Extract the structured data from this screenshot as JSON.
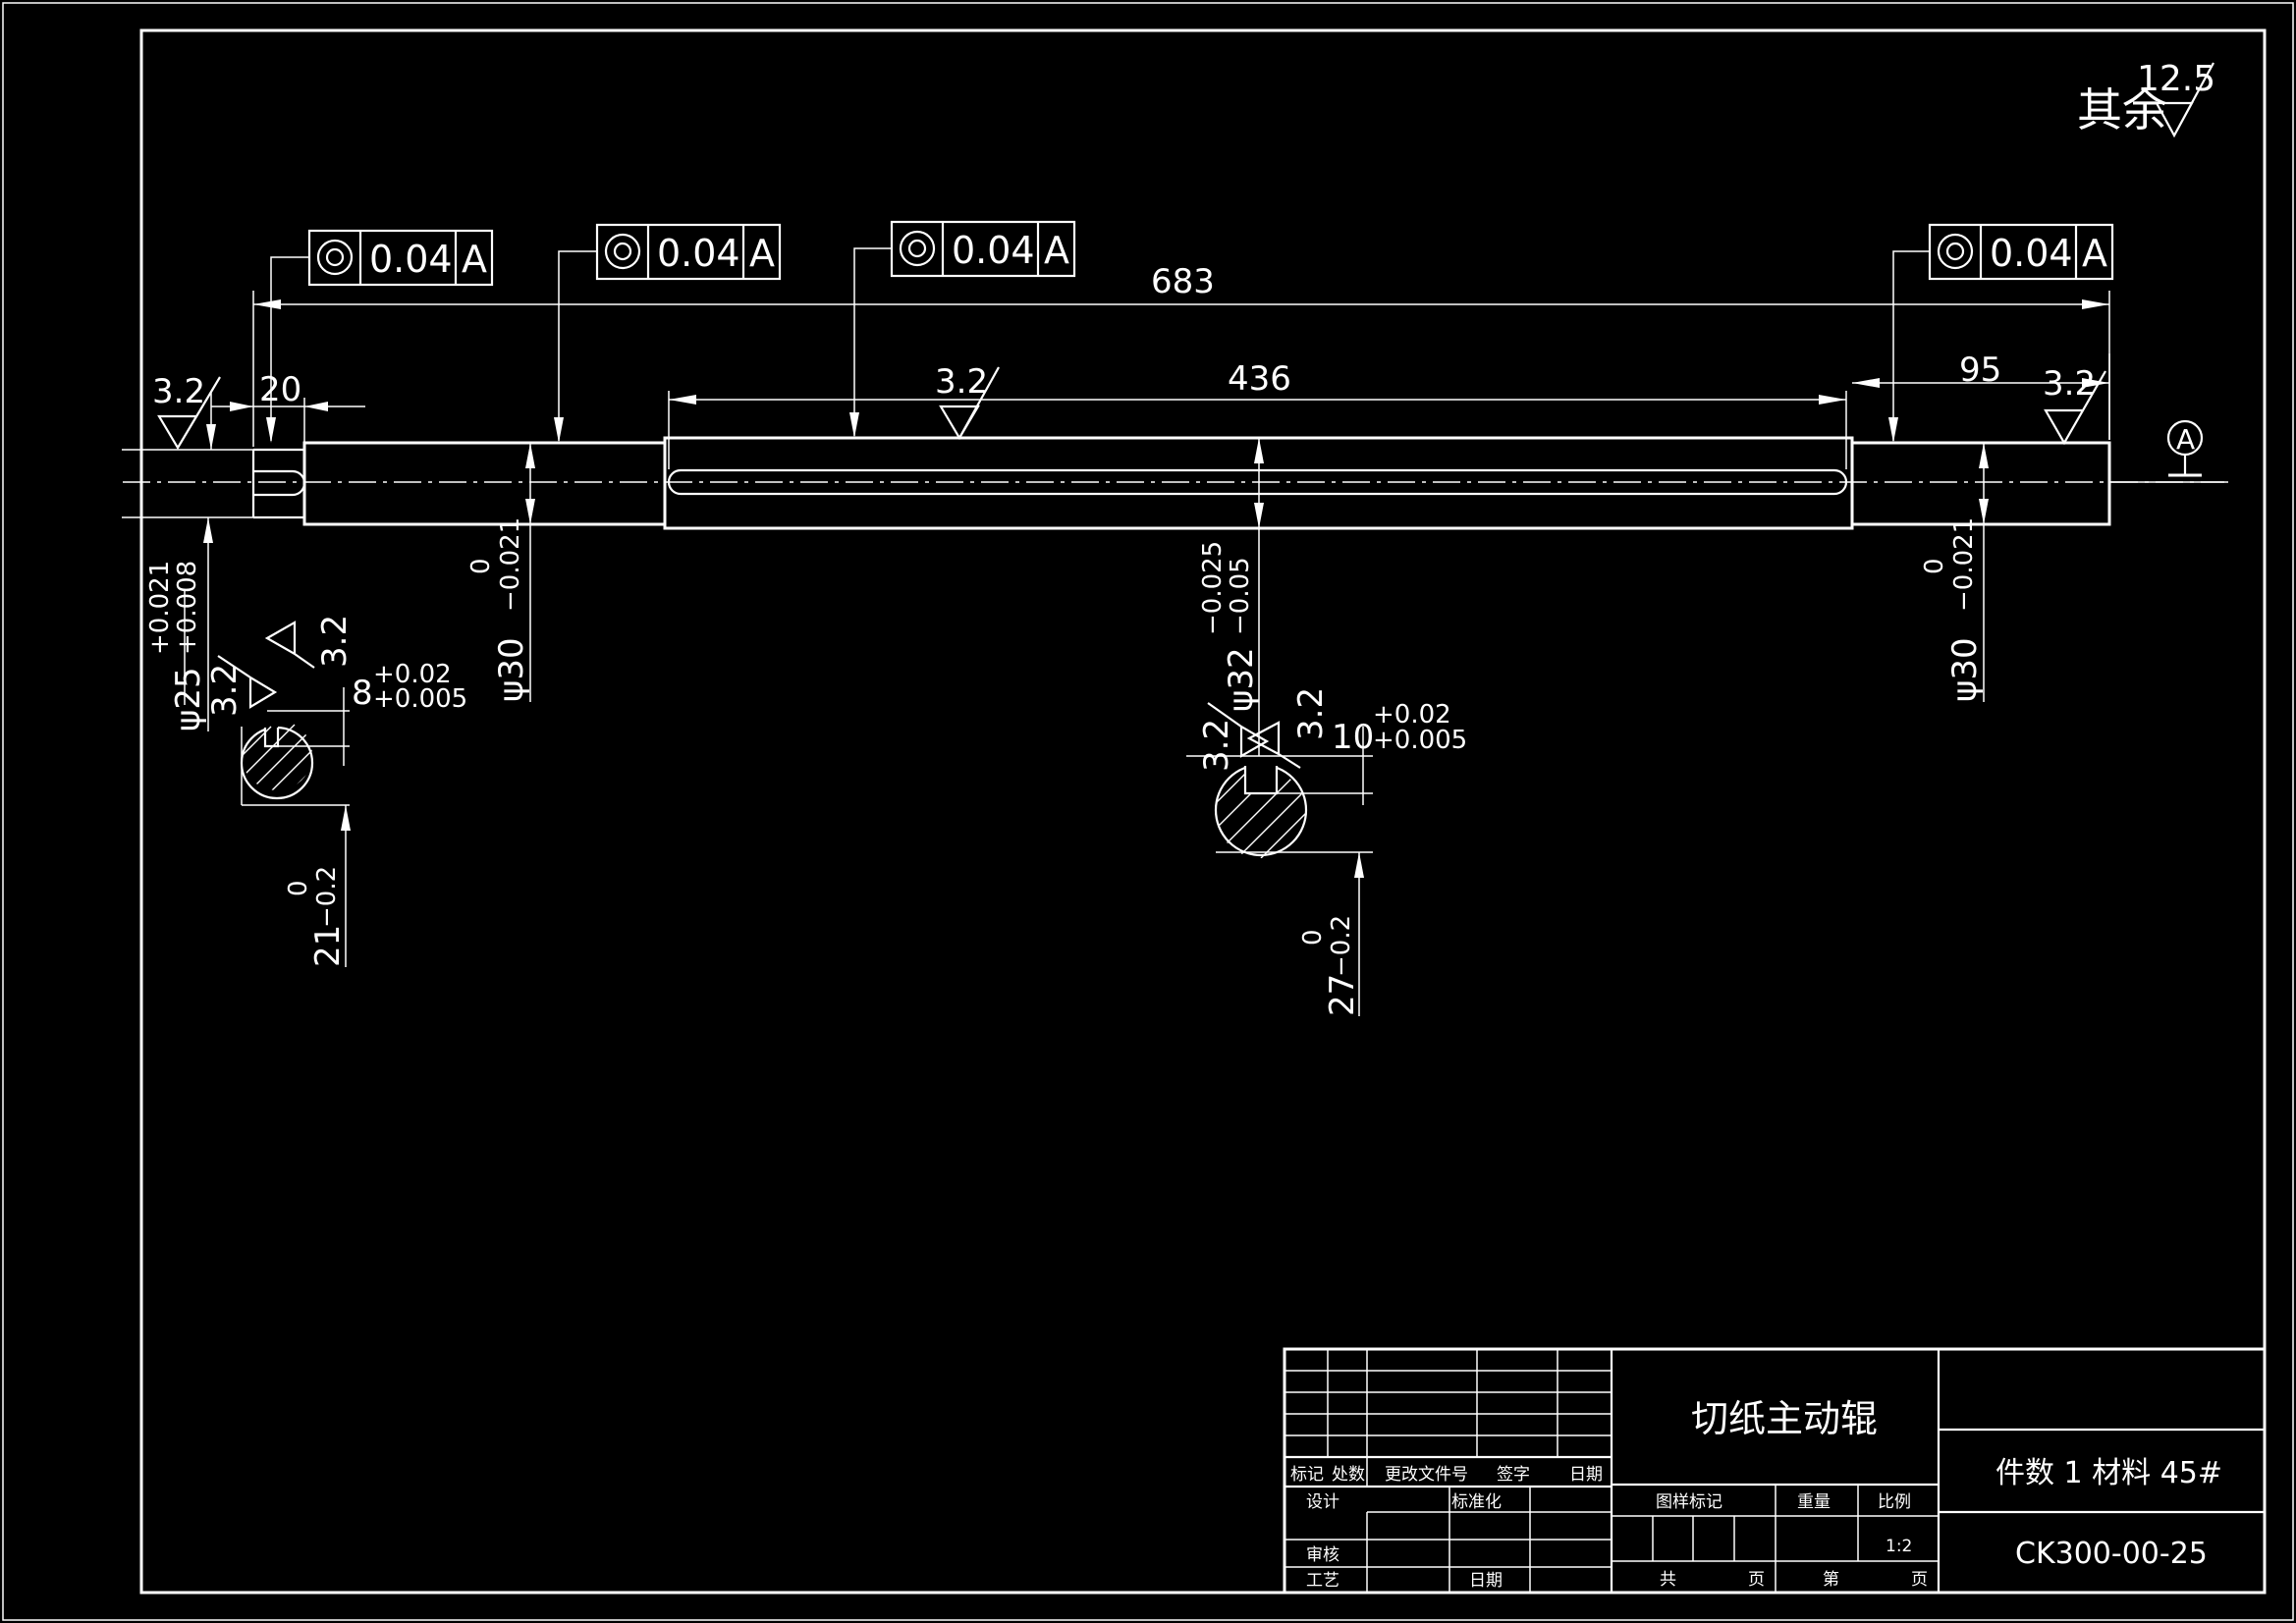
{
  "notes": {
    "other_surfaces": "其余",
    "other_roughness": "12.5",
    "datum_letter": "A"
  },
  "dimensions": {
    "overall_length": "683",
    "groove_length": "436",
    "right_section_length": "95",
    "left_section_length": "20"
  },
  "roughness_marks": {
    "left_end": "3.2",
    "middle_top": "3.2",
    "right_end": "3.2",
    "left_keyway_a": "3.2",
    "left_keyway_b": "3.2",
    "mid_keyway_a": "3.2",
    "mid_keyway_b": "3.2"
  },
  "feature_frames": [
    {
      "tolerance": "0.04",
      "datum": "A"
    },
    {
      "tolerance": "0.04",
      "datum": "A"
    },
    {
      "tolerance": "0.04",
      "datum": "A"
    },
    {
      "tolerance": "0.04",
      "datum": "A"
    }
  ],
  "diameters": {
    "left_shaft": {
      "base": "ψ30",
      "upper": "0",
      "lower": "−0.021"
    },
    "left_end": {
      "base": "ψ25",
      "upper": "+0.021",
      "lower": "+0.008"
    },
    "middle": {
      "base": "ψ32",
      "upper": "−0.025",
      "lower": "−0.05"
    },
    "right_shaft": {
      "base": "ψ30",
      "upper": "0",
      "lower": "−0.021"
    }
  },
  "keyways": {
    "left_width": {
      "base": "8",
      "upper": "+0.02",
      "lower": "+0.005"
    },
    "left_depth": {
      "base": "21",
      "upper": "0",
      "lower": "−0.2"
    },
    "mid_width": {
      "base": "10",
      "upper": "+0.02",
      "lower": "+0.005"
    },
    "mid_depth": {
      "base": "27",
      "upper": "0",
      "lower": "−0.2"
    }
  },
  "title_block": {
    "part_name": "切纸主动辊",
    "qty_material": "件数  1  材料  45#",
    "drawing_number": "CK300-00-25",
    "scale": "1:2",
    "labels": {
      "mark": "标记",
      "count": "处数",
      "change_doc": "更改文件号",
      "signature": "签字",
      "date": "日期",
      "design": "设计",
      "standardization": "标准化",
      "review": "审核",
      "process": "工艺",
      "date2": "日期",
      "drawing_mark": "图样标记",
      "weight": "重量",
      "scale_label": "比例",
      "total": "共",
      "sheet_of": "页",
      "sheet_no": "第",
      "sheet_page": "页"
    }
  }
}
